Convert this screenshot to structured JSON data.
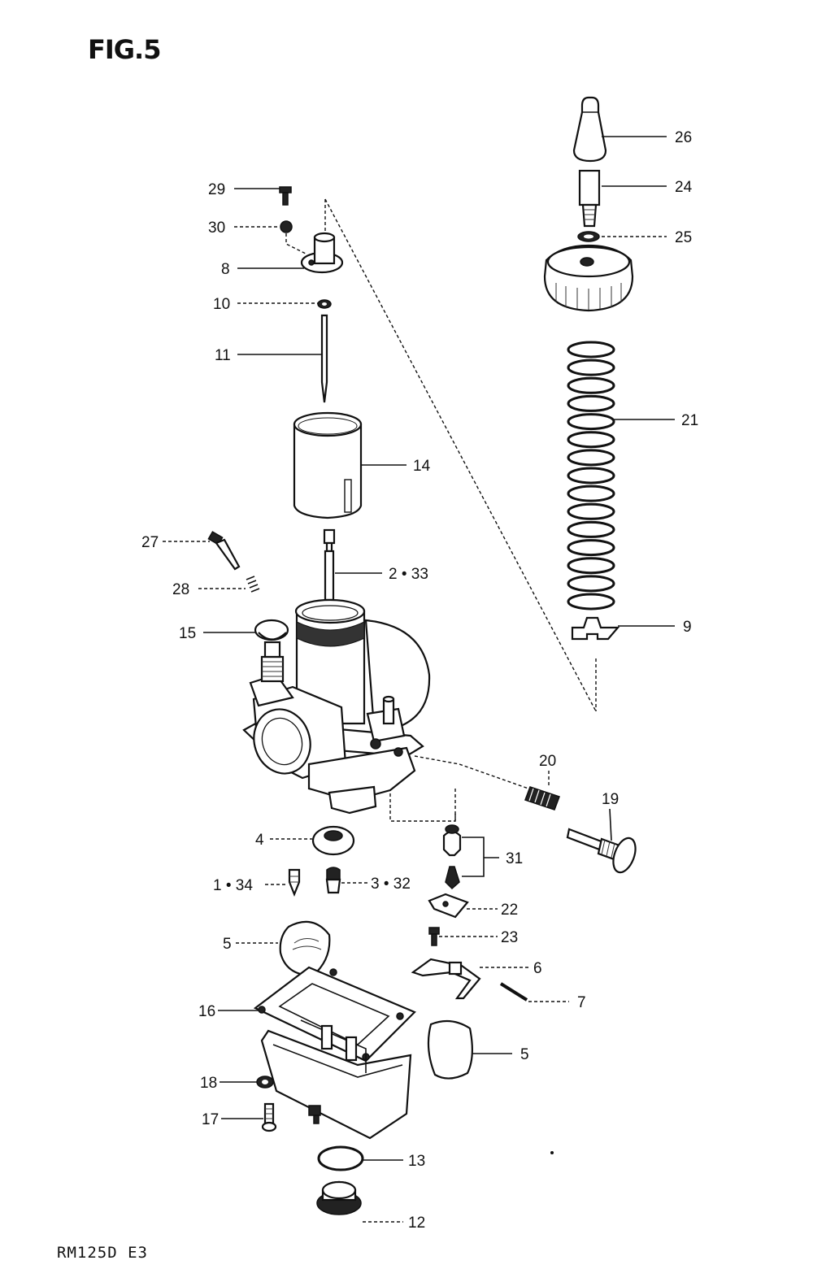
{
  "figure_title": "FIG.5",
  "model_code": "RM125D E3",
  "callouts": [
    {
      "id": "26",
      "label": "26"
    },
    {
      "id": "24",
      "label": "24"
    },
    {
      "id": "25",
      "label": "25"
    },
    {
      "id": "21",
      "label": "21"
    },
    {
      "id": "9",
      "label": "9"
    },
    {
      "id": "29",
      "label": "29"
    },
    {
      "id": "30",
      "label": "30"
    },
    {
      "id": "8",
      "label": "8"
    },
    {
      "id": "10",
      "label": "10"
    },
    {
      "id": "11",
      "label": "11"
    },
    {
      "id": "14",
      "label": "14"
    },
    {
      "id": "27",
      "label": "27"
    },
    {
      "id": "2-33",
      "label": "2 • 33"
    },
    {
      "id": "28",
      "label": "28"
    },
    {
      "id": "15",
      "label": "15"
    },
    {
      "id": "20",
      "label": "20"
    },
    {
      "id": "19",
      "label": "19"
    },
    {
      "id": "4",
      "label": "4"
    },
    {
      "id": "31",
      "label": "31"
    },
    {
      "id": "1-34",
      "label": "1 • 34"
    },
    {
      "id": "3-32",
      "label": "3 • 32"
    },
    {
      "id": "22",
      "label": "22"
    },
    {
      "id": "23",
      "label": "23"
    },
    {
      "id": "5a",
      "label": "5"
    },
    {
      "id": "6",
      "label": "6"
    },
    {
      "id": "7",
      "label": "7"
    },
    {
      "id": "16",
      "label": "16"
    },
    {
      "id": "5b",
      "label": "5"
    },
    {
      "id": "18",
      "label": "18"
    },
    {
      "id": "17",
      "label": "17"
    },
    {
      "id": "13",
      "label": "13"
    },
    {
      "id": "12",
      "label": "12"
    }
  ]
}
